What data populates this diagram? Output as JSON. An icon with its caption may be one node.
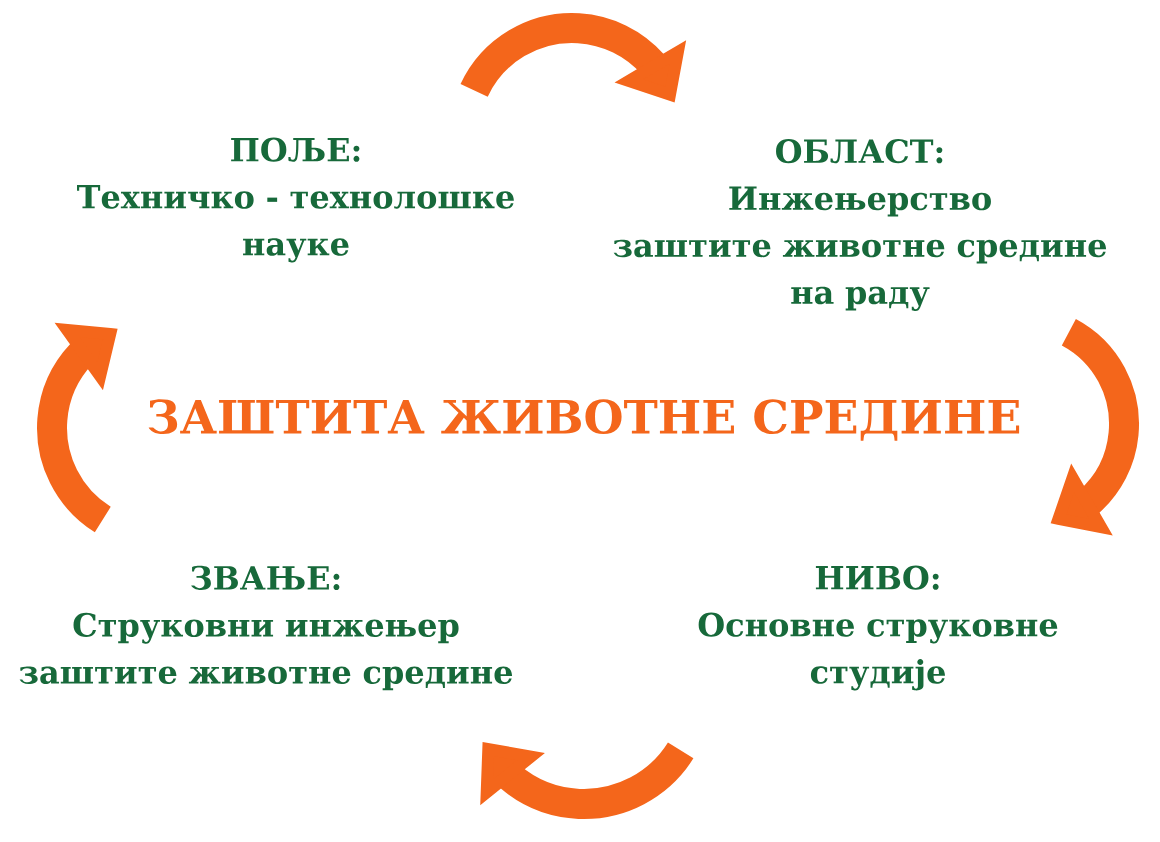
{
  "diagram": {
    "title": "ЗАШТИТА ЖИВОТНЕ СРЕДИНЕ",
    "nodes": [
      {
        "text": [
          "ПОЉЕ:",
          "Техничко - технолошке науке"
        ]
      },
      {
        "text": [
          "ОБЛАСТ:",
          "Инжењерство заштите животне средине на раду"
        ]
      },
      {
        "text": [
          "ЗВАЊЕ:",
          "Струковни инжењер заштите животне средине"
        ]
      },
      {
        "text": [
          "НИВО:",
          "Основне струковне студије"
        ]
      }
    ],
    "edges": [
      {
        "from": 0,
        "to": 1,
        "arrow": "to"
      },
      {
        "from": 1,
        "to": 3,
        "arrow": "to"
      },
      {
        "from": 3,
        "to": 2,
        "arrow": "to"
      },
      {
        "from": 2,
        "to": 0,
        "arrow": "to"
      }
    ]
  }
}
